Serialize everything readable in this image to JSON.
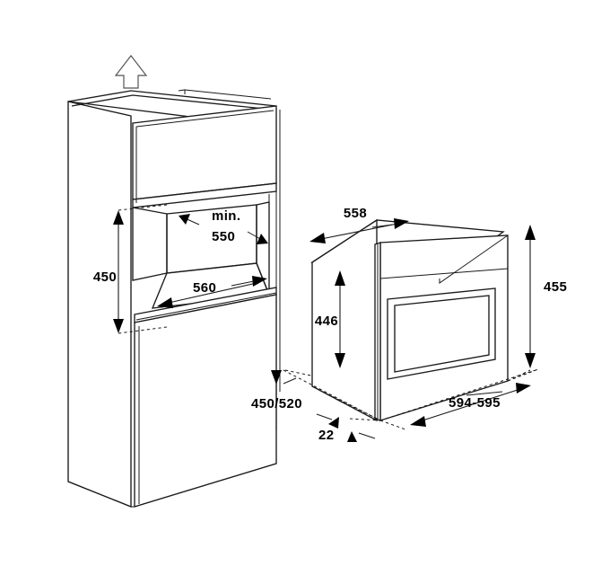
{
  "drawing": {
    "title": "Built-in oven installation dimensions",
    "units": "mm",
    "background_color": "#ffffff",
    "line_color": "#1a1a1a",
    "text_color": "#000000"
  },
  "views": {
    "left": {
      "name": "Cabinet niche / housing unit",
      "airflow_icon": "up-arrow-icon",
      "airflow_label": ""
    },
    "right": {
      "name": "Appliance outline"
    }
  },
  "dimensions": {
    "niche_height": {
      "value": "450",
      "name": "niche-height"
    },
    "niche_depth_min_prefix": {
      "value": "min.",
      "name": "niche-depth-min-prefix"
    },
    "niche_depth_min_value": {
      "value": "550",
      "name": "niche-depth-min-value"
    },
    "niche_width": {
      "value": "560",
      "name": "niche-width"
    },
    "cabinet_depth": {
      "value": "450/520",
      "name": "cabinet-depth"
    },
    "appliance_depth_top": {
      "value": "558",
      "name": "appliance-depth-top"
    },
    "appliance_body_height": {
      "value": "446",
      "name": "appliance-body-height"
    },
    "appliance_front_height": {
      "value": "455",
      "name": "appliance-front-height"
    },
    "appliance_front_width": {
      "value": "594-595",
      "name": "appliance-front-width"
    },
    "door_protrusion": {
      "value": "22",
      "name": "door-protrusion"
    }
  }
}
